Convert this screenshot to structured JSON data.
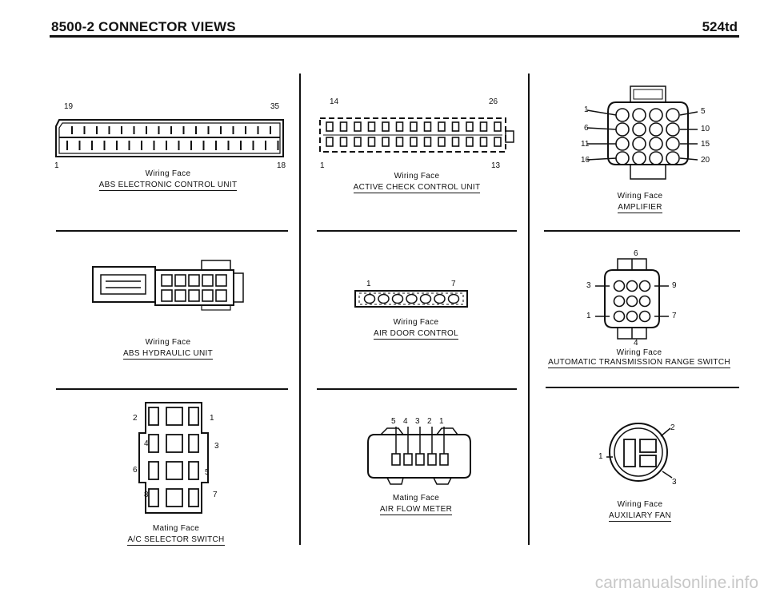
{
  "header": {
    "left": "8500-2  CONNECTOR VIEWS",
    "right": "524td"
  },
  "connectors": {
    "abs_ecu": {
      "face": "Wiring Face",
      "title": "ABS ELECTRONIC CONTROL UNIT",
      "pins": {
        "tl": "19",
        "tr": "35",
        "bl": "1",
        "br": "18"
      }
    },
    "active_check": {
      "face": "Wiring Face",
      "title": "ACTIVE CHECK CONTROL UNIT",
      "pins": {
        "tl": "14",
        "tr": "26",
        "bl": "1",
        "br": "13"
      }
    },
    "amplifier": {
      "face": "Wiring Face",
      "title": "AMPLIFIER",
      "pins": {
        "l1": "1",
        "l2": "6",
        "l3": "11",
        "l4": "16",
        "r1": "5",
        "r2": "10",
        "r3": "15",
        "r4": "20"
      }
    },
    "abs_hydraulic": {
      "face": "Wiring Face",
      "title": "ABS HYDRAULIC UNIT"
    },
    "air_door": {
      "face": "Wiring Face",
      "title": "AIR DOOR CONTROL",
      "pins": {
        "l": "1",
        "r": "7"
      }
    },
    "auto_trans": {
      "face": "Wiring Face",
      "title": "AUTOMATIC TRANSMISSION RANGE SWITCH",
      "pins": {
        "top": "6",
        "bottom": "4",
        "l1": "3",
        "l2": "1",
        "r1": "9",
        "r2": "7"
      }
    },
    "ac_selector": {
      "face": "Mating Face",
      "title": "A/C SELECTOR SWITCH",
      "pins": {
        "p1": "1",
        "p2": "2",
        "p3": "3",
        "p4": "4",
        "p5": "5",
        "p6": "6",
        "p7": "7",
        "p8": "8"
      }
    },
    "air_flow": {
      "face": "Mating Face",
      "title": "AIR FLOW METER",
      "pins": {
        "p5": "5",
        "p4": "4",
        "p3": "3",
        "p2": "2",
        "p1": "1"
      }
    },
    "aux_fan": {
      "face": "Wiring Face",
      "title": "AUXILIARY FAN",
      "pins": {
        "p1": "1",
        "p2": "2",
        "p3": "3"
      }
    }
  },
  "watermark": "carmanualsonline.info"
}
